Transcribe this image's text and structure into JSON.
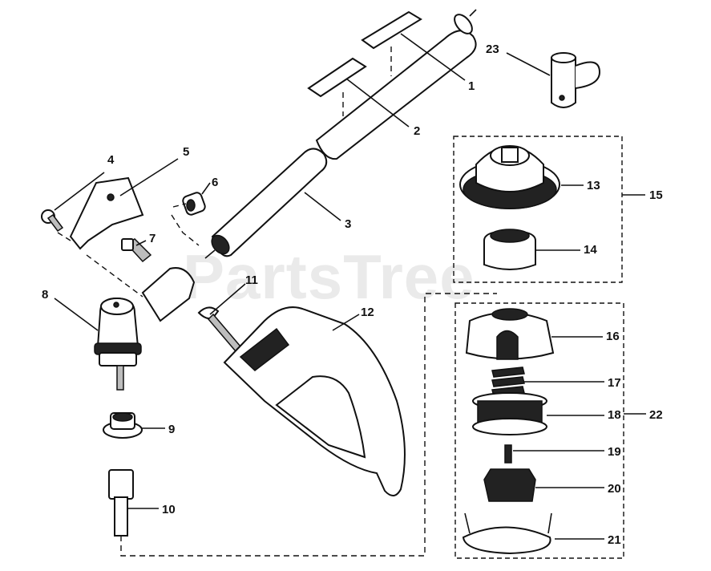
{
  "watermark": "PartsTree",
  "colors": {
    "ink": "#111111",
    "watermark": "#d9d9d9",
    "background": "#ffffff"
  },
  "callouts": [
    {
      "id": "1",
      "label": "1"
    },
    {
      "id": "2",
      "label": "2"
    },
    {
      "id": "3",
      "label": "3"
    },
    {
      "id": "4",
      "label": "4"
    },
    {
      "id": "5",
      "label": "5"
    },
    {
      "id": "6",
      "label": "6"
    },
    {
      "id": "7",
      "label": "7"
    },
    {
      "id": "8",
      "label": "8"
    },
    {
      "id": "9",
      "label": "9"
    },
    {
      "id": "10",
      "label": "10"
    },
    {
      "id": "11",
      "label": "11"
    },
    {
      "id": "12",
      "label": "12"
    },
    {
      "id": "13",
      "label": "13"
    },
    {
      "id": "14",
      "label": "14"
    },
    {
      "id": "15",
      "label": "15"
    },
    {
      "id": "16",
      "label": "16"
    },
    {
      "id": "17",
      "label": "17"
    },
    {
      "id": "18",
      "label": "18"
    },
    {
      "id": "19",
      "label": "19"
    },
    {
      "id": "20",
      "label": "20"
    },
    {
      "id": "21",
      "label": "21"
    },
    {
      "id": "22",
      "label": "22"
    },
    {
      "id": "23",
      "label": "23"
    }
  ]
}
